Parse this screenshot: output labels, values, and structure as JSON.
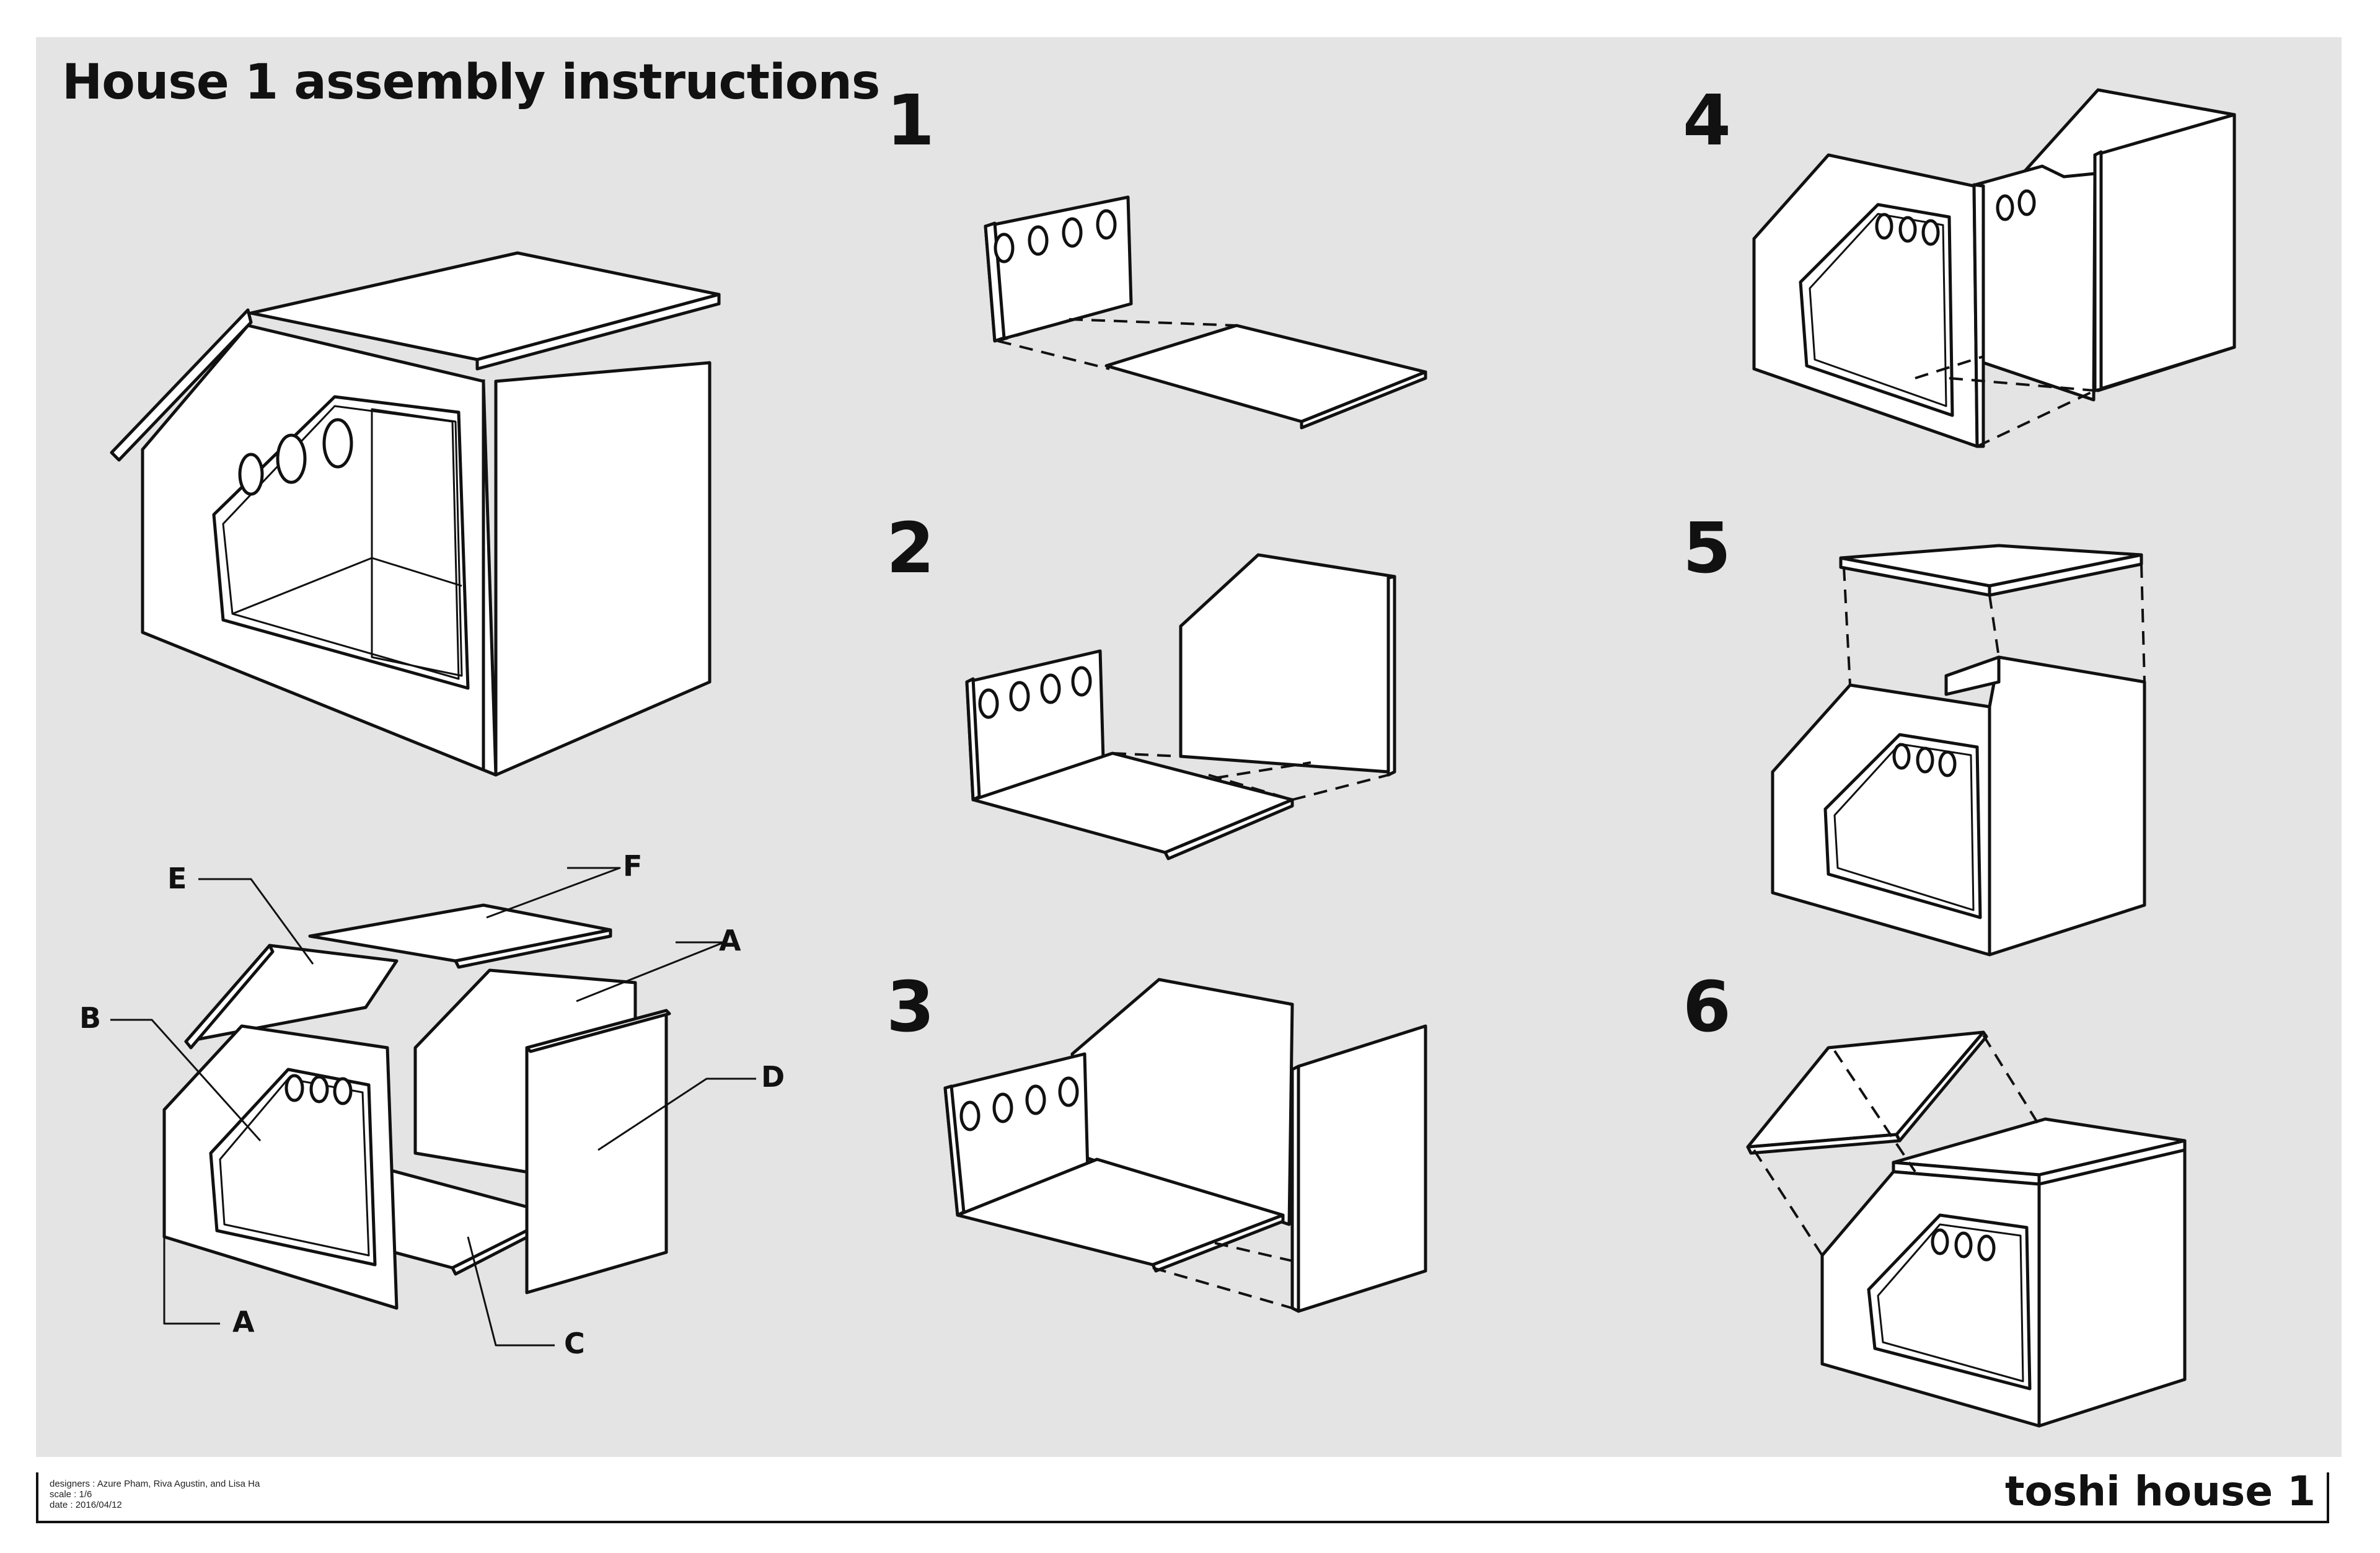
{
  "title": "House 1 assembly instructions",
  "steps": [
    "1",
    "2",
    "3",
    "4",
    "5",
    "6"
  ],
  "part_labels": {
    "a_top": "A",
    "a_bottom": "A",
    "b": "B",
    "c": "C",
    "d": "D",
    "e": "E",
    "f": "F"
  },
  "footer": {
    "designers": "designers : Azure Pham, Riva Agustin, and Lisa Ha",
    "scale": "scale : 1/6",
    "date": "date : 2016/04/12",
    "project_name": "toshi house 1"
  },
  "colors": {
    "sheet_background": "#e3e4e3",
    "panel_fill": "#ffffff",
    "ink": "#111111"
  }
}
